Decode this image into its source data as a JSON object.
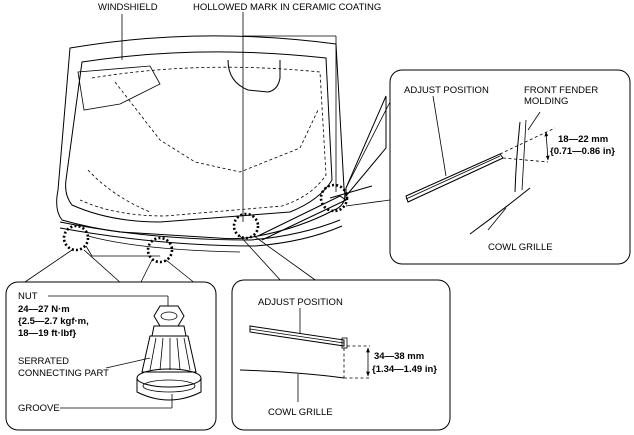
{
  "main": {
    "windshield_label": "WINDSHIELD",
    "hollowed_mark_label": "HOLLOWED MARK IN CERAMIC COATING"
  },
  "right_detail": {
    "adjust_label": "ADJUST POSITION",
    "molding_label_1": "FRONT FENDER",
    "molding_label_2": "MOLDING",
    "dim_1": "18—22 mm",
    "dim_2": "{0.71—0.86 in}",
    "cowl_label": "COWL GRILLE"
  },
  "left_detail": {
    "nut_label": "NUT",
    "torque_1": "24—27 N·m",
    "torque_2": "{2.5—2.7 kgf·m,",
    "torque_3": "18—19 ft·lbf}",
    "serrated_1": "SERRATED",
    "serrated_2": "CONNECTING PART",
    "groove_label": "GROOVE"
  },
  "bottom_detail": {
    "adjust_label": "ADJUST POSITION",
    "dim_1": "34—38 mm",
    "dim_2": "{1.34—1.49 in}",
    "cowl_label": "COWL GRILLE"
  }
}
